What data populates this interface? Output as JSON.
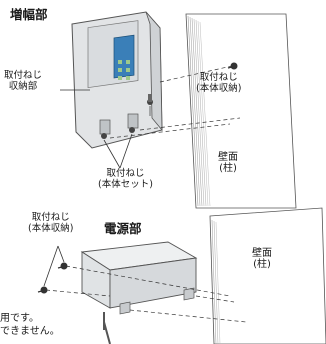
{
  "amplifier": {
    "title": "増幅部",
    "storage_label_line1": "取付ねじ",
    "storage_label_line2": "収納部",
    "screw_stored_line1": "取付ねじ",
    "screw_stored_line2": "(本体収納)",
    "screw_set_line1": "取付ねじ",
    "screw_set_line2": "(本体セット)",
    "wall_line1": "壁面",
    "wall_line2": "(柱)"
  },
  "power": {
    "title": "電源部",
    "screw_stored_line1": "取付ねじ",
    "screw_stored_line2": "(本体収納)",
    "wall_line1": "壁面",
    "wall_line2": "(柱)"
  },
  "notes": {
    "line1": "用です。",
    "line2": "できません。"
  }
}
